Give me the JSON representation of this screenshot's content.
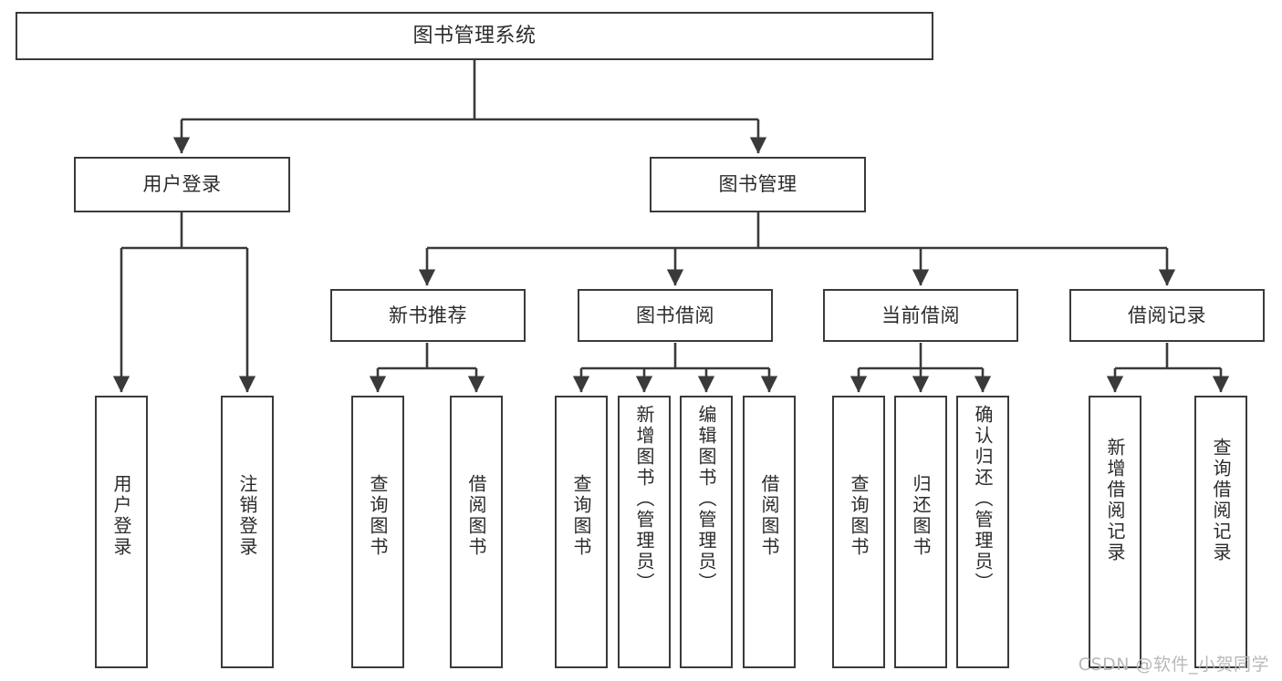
{
  "diagram": {
    "type": "tree-hierarchy",
    "title": "图书管理系统",
    "orientation": "top-down",
    "line_color": "#3a3a3a",
    "box_fill": "#ffffff",
    "text_color": "#2b2b2b",
    "levels": 4,
    "root": {
      "label": "图书管理系统",
      "children": [
        {
          "label": "用户登录",
          "children": [
            {
              "label": "用户登录"
            },
            {
              "label": "注销登录"
            }
          ]
        },
        {
          "label": "图书管理",
          "children": [
            {
              "label": "新书推荐",
              "children": [
                {
                  "label": "查询图书"
                },
                {
                  "label": "借阅图书"
                }
              ]
            },
            {
              "label": "图书借阅",
              "children": [
                {
                  "label": "查询图书"
                },
                {
                  "label": "新增图书（管理员）"
                },
                {
                  "label": "编辑图书（管理员）"
                },
                {
                  "label": "借阅图书"
                }
              ]
            },
            {
              "label": "当前借阅",
              "children": [
                {
                  "label": "查询图书"
                },
                {
                  "label": "归还图书"
                },
                {
                  "label": "确认归还（管理员）"
                }
              ]
            },
            {
              "label": "借阅记录",
              "children": [
                {
                  "label": "新增借阅记录"
                },
                {
                  "label": "查询借阅记录"
                }
              ]
            }
          ]
        }
      ]
    }
  },
  "nodes": {
    "root": "图书管理系统",
    "l1": {
      "user_login": "用户登录",
      "book_manage": "图书管理"
    },
    "l2": {
      "new_book_rec": "新书推荐",
      "book_borrow": "图书借阅",
      "current_borrow": "当前借阅",
      "borrow_record": "借阅记录"
    },
    "l3": {
      "user_login_leaf": "用户登录",
      "logout_leaf": "注销登录",
      "rec_query_book": "查询图书",
      "rec_borrow_book": "借阅图书",
      "bb_query_book": "查询图书",
      "bb_add_book": "新增图书（管理员）",
      "bb_edit_book": "编辑图书（管理员）",
      "bb_borrow_book": "借阅图书",
      "cb_query_book": "查询图书",
      "cb_return_book": "归还图书",
      "cb_confirm_return": "确认归还（管理员）",
      "br_add_record": "新增借阅记录",
      "br_query_record": "查询借阅记录"
    }
  },
  "watermark": {
    "text": "CSDN @软件_小贺同学"
  }
}
